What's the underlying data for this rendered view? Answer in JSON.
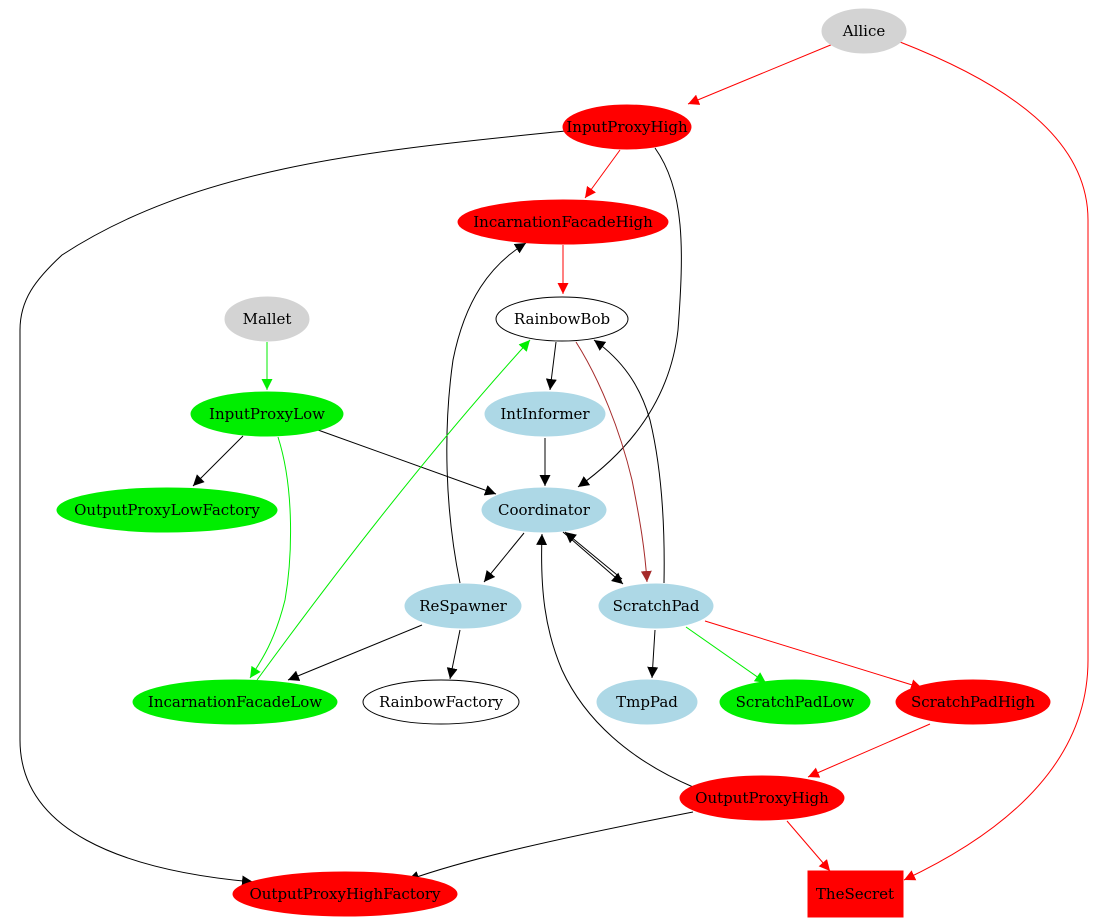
{
  "colors": {
    "gray": "#d3d3d3",
    "red": "#ff0000",
    "green": "#00ee00",
    "lightblue": "#add8e6",
    "white": "#ffffff",
    "edge_black": "#000000",
    "edge_red": "#ff0000",
    "edge_green": "#00ee00",
    "edge_brown": "#a52a2a"
  },
  "nodes": [
    {
      "id": "Allice",
      "label": "Allice",
      "fill": "gray",
      "shape": "ellipse"
    },
    {
      "id": "InputProxyHigh",
      "label": "InputProxyHigh",
      "fill": "red",
      "shape": "ellipse"
    },
    {
      "id": "IncarnationFacadeHigh",
      "label": "IncarnationFacadeHigh",
      "fill": "red",
      "shape": "ellipse"
    },
    {
      "id": "Mallet",
      "label": "Mallet",
      "fill": "gray",
      "shape": "ellipse"
    },
    {
      "id": "RainbowBob",
      "label": "RainbowBob",
      "fill": "white",
      "shape": "ellipse"
    },
    {
      "id": "InputProxyLow",
      "label": "InputProxyLow",
      "fill": "green",
      "shape": "ellipse"
    },
    {
      "id": "IntInformer",
      "label": "IntInformer",
      "fill": "lightblue",
      "shape": "ellipse"
    },
    {
      "id": "OutputProxyLowFactory",
      "label": "OutputProxyLowFactory",
      "fill": "green",
      "shape": "ellipse"
    },
    {
      "id": "Coordinator",
      "label": "Coordinator",
      "fill": "lightblue",
      "shape": "ellipse"
    },
    {
      "id": "ReSpawner",
      "label": "ReSpawner",
      "fill": "lightblue",
      "shape": "ellipse"
    },
    {
      "id": "ScratchPad",
      "label": "ScratchPad",
      "fill": "lightblue",
      "shape": "ellipse"
    },
    {
      "id": "IncarnationFacadeLow",
      "label": "IncarnationFacadeLow",
      "fill": "green",
      "shape": "ellipse"
    },
    {
      "id": "RainbowFactory",
      "label": "RainbowFactory",
      "fill": "white",
      "shape": "ellipse"
    },
    {
      "id": "TmpPad",
      "label": "TmpPad",
      "fill": "lightblue",
      "shape": "ellipse"
    },
    {
      "id": "ScratchPadLow",
      "label": "ScratchPadLow",
      "fill": "green",
      "shape": "ellipse"
    },
    {
      "id": "ScratchPadHigh",
      "label": "ScratchPadHigh",
      "fill": "red",
      "shape": "ellipse"
    },
    {
      "id": "OutputProxyHigh",
      "label": "OutputProxyHigh",
      "fill": "red",
      "shape": "ellipse"
    },
    {
      "id": "OutputProxyHighFactory",
      "label": "OutputProxyHighFactory",
      "fill": "red",
      "shape": "ellipse"
    },
    {
      "id": "TheSecret",
      "label": "TheSecret",
      "fill": "red",
      "shape": "box"
    }
  ],
  "edges": [
    {
      "from": "Allice",
      "to": "InputProxyHigh",
      "color": "edge_red"
    },
    {
      "from": "Allice",
      "to": "TheSecret",
      "color": "edge_red"
    },
    {
      "from": "InputProxyHigh",
      "to": "IncarnationFacadeHigh",
      "color": "edge_red"
    },
    {
      "from": "InputProxyHigh",
      "to": "Coordinator",
      "color": "edge_black"
    },
    {
      "from": "InputProxyHigh",
      "to": "OutputProxyHighFactory",
      "color": "edge_black"
    },
    {
      "from": "IncarnationFacadeHigh",
      "to": "RainbowBob",
      "color": "edge_red"
    },
    {
      "from": "Mallet",
      "to": "InputProxyLow",
      "color": "edge_green"
    },
    {
      "from": "RainbowBob",
      "to": "IntInformer",
      "color": "edge_black"
    },
    {
      "from": "RainbowBob",
      "to": "ScratchPad",
      "color": "edge_brown"
    },
    {
      "from": "InputProxyLow",
      "to": "OutputProxyLowFactory",
      "color": "edge_black"
    },
    {
      "from": "InputProxyLow",
      "to": "Coordinator",
      "color": "edge_black"
    },
    {
      "from": "InputProxyLow",
      "to": "IncarnationFacadeLow",
      "color": "edge_green"
    },
    {
      "from": "IntInformer",
      "to": "Coordinator",
      "color": "edge_black"
    },
    {
      "from": "Coordinator",
      "to": "ReSpawner",
      "color": "edge_black"
    },
    {
      "from": "Coordinator",
      "to": "ScratchPad",
      "color": "edge_black"
    },
    {
      "from": "ScratchPad",
      "to": "Coordinator",
      "color": "edge_black"
    },
    {
      "from": "ScratchPad",
      "to": "RainbowBob",
      "color": "edge_black"
    },
    {
      "from": "ScratchPad",
      "to": "TmpPad",
      "color": "edge_black"
    },
    {
      "from": "ScratchPad",
      "to": "ScratchPadLow",
      "color": "edge_green"
    },
    {
      "from": "ScratchPad",
      "to": "ScratchPadHigh",
      "color": "edge_red"
    },
    {
      "from": "ReSpawner",
      "to": "IncarnationFacadeHigh",
      "color": "edge_black"
    },
    {
      "from": "ReSpawner",
      "to": "IncarnationFacadeLow",
      "color": "edge_black"
    },
    {
      "from": "ReSpawner",
      "to": "RainbowFactory",
      "color": "edge_black"
    },
    {
      "from": "IncarnationFacadeLow",
      "to": "RainbowBob",
      "color": "edge_green"
    },
    {
      "from": "ScratchPadHigh",
      "to": "OutputProxyHigh",
      "color": "edge_red"
    },
    {
      "from": "OutputProxyHigh",
      "to": "Coordinator",
      "color": "edge_black"
    },
    {
      "from": "OutputProxyHigh",
      "to": "OutputProxyHighFactory",
      "color": "edge_black"
    },
    {
      "from": "OutputProxyHigh",
      "to": "TheSecret",
      "color": "edge_red"
    }
  ]
}
